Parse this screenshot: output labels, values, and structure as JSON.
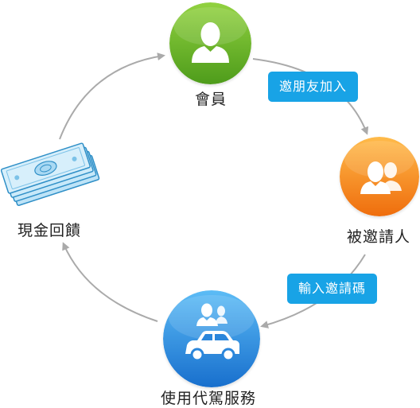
{
  "nodes": {
    "member": {
      "label": "會員",
      "color_top": "#8fcf3e",
      "color_bottom": "#4f9e1c"
    },
    "invitee": {
      "label": "被邀請人",
      "color_top": "#ffb647",
      "color_bottom": "#f0710e"
    },
    "service": {
      "label": "使用代駕服務",
      "color_top": "#56b8f4",
      "color_bottom": "#1a72d0"
    },
    "cashback": {
      "label": "現金回饋"
    }
  },
  "edges": {
    "invite_friends": {
      "label": "邀朋友加入",
      "color": "#18a3e6"
    },
    "enter_code": {
      "label": "輸入邀請碼",
      "color": "#18a3e6"
    }
  },
  "colors": {
    "arrow": "#aaaaaa"
  }
}
